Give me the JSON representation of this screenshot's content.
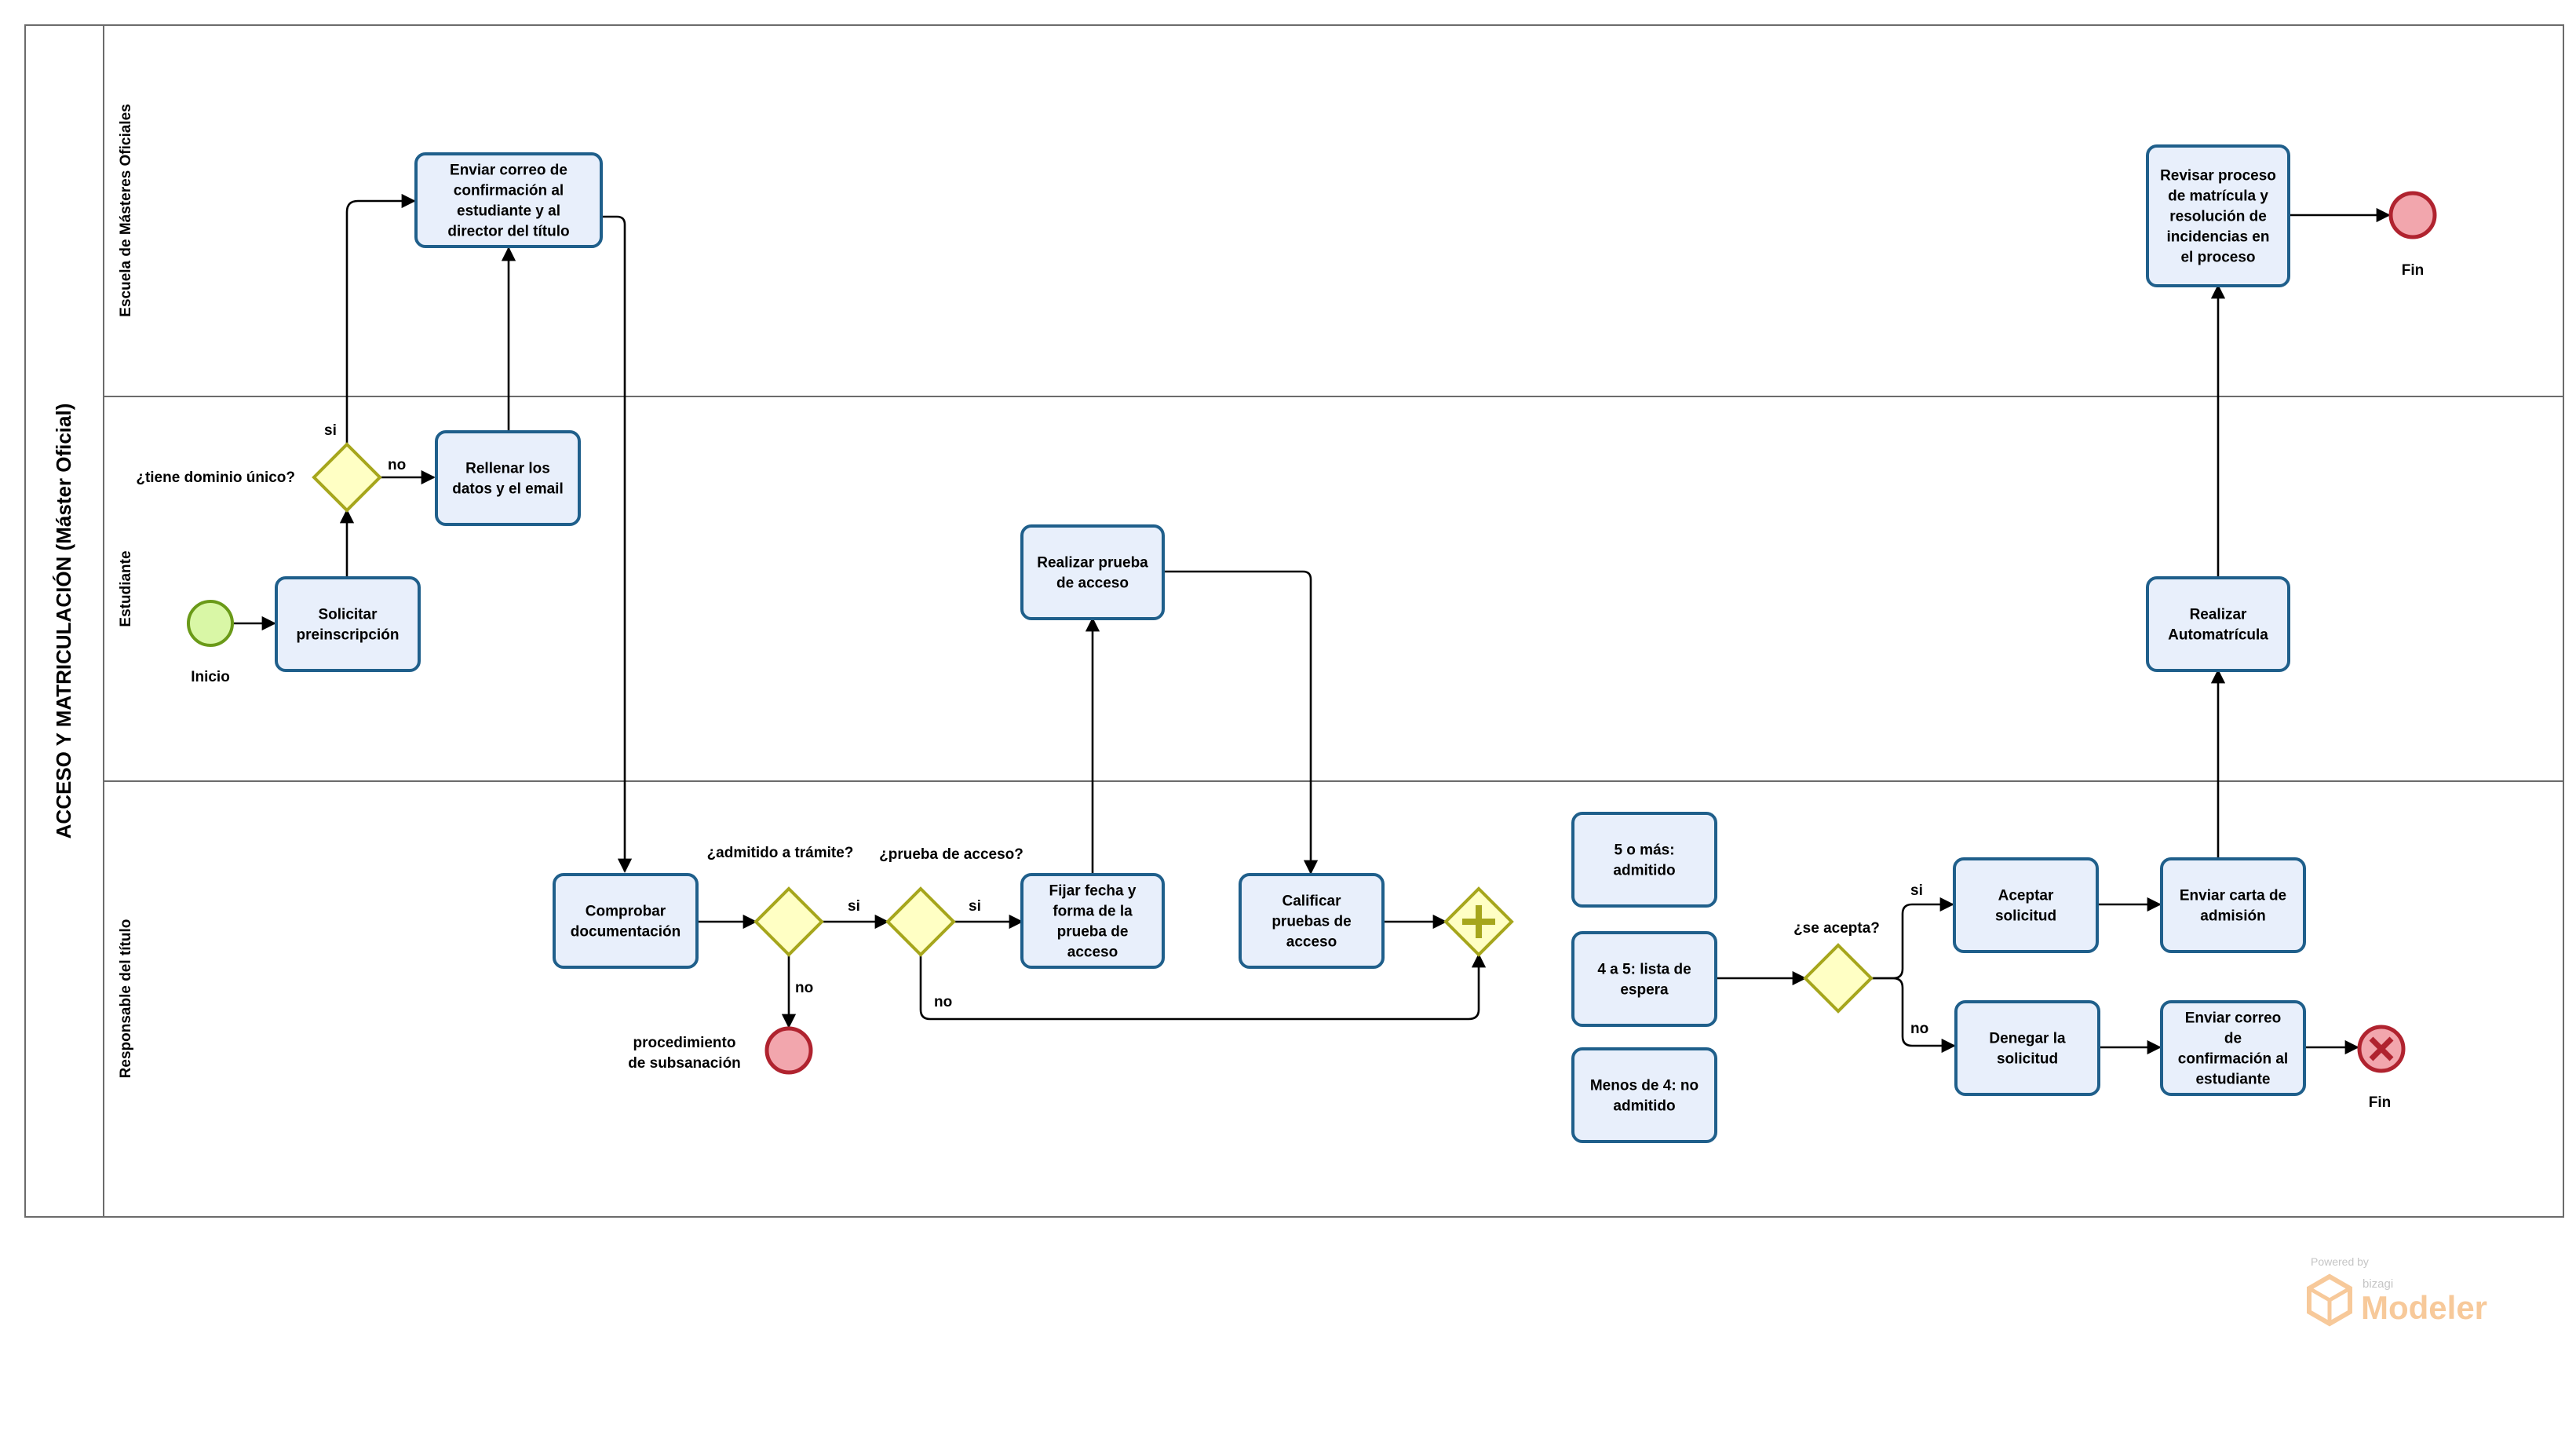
{
  "pool": {
    "title": "ACCESO Y MATRICULACIÓN (Máster Oficial)"
  },
  "lanes": [
    {
      "key": "escuela",
      "label": "Escuela de Másteres Oficiales"
    },
    {
      "key": "estudiante",
      "label": "Estudiante"
    },
    {
      "key": "responsable",
      "label": "Responsable del título"
    }
  ],
  "tasks": [
    {
      "key": "solicitar",
      "lines": [
        "Solicitar",
        "preinscripción"
      ]
    },
    {
      "key": "rellenar",
      "lines": [
        "Rellenar los",
        "datos y el email"
      ]
    },
    {
      "key": "enviar_correo_dir",
      "lines": [
        "Enviar correo de",
        "confirmación al",
        "estudiante y al",
        "director del título"
      ]
    },
    {
      "key": "comprobar",
      "lines": [
        "Comprobar",
        "documentación"
      ]
    },
    {
      "key": "fijar",
      "lines": [
        "Fijar fecha y",
        "forma de la",
        "prueba de",
        "acceso"
      ]
    },
    {
      "key": "realizar_prueba",
      "lines": [
        "Realizar prueba",
        "de acceso"
      ]
    },
    {
      "key": "calificar",
      "lines": [
        "Calificar",
        "pruebas de",
        "acceso"
      ]
    },
    {
      "key": "cinco",
      "lines": [
        "5 o más:",
        "admitido"
      ]
    },
    {
      "key": "cuatro",
      "lines": [
        "4 a 5: lista de",
        "espera"
      ]
    },
    {
      "key": "menos",
      "lines": [
        "Menos de 4: no",
        "admitido"
      ]
    },
    {
      "key": "aceptar",
      "lines": [
        "Aceptar",
        "solicitud"
      ]
    },
    {
      "key": "denegar",
      "lines": [
        "Denegar la",
        "solicitud"
      ]
    },
    {
      "key": "carta",
      "lines": [
        "Enviar carta de",
        "admisión"
      ]
    },
    {
      "key": "correo_est",
      "lines": [
        "Enviar correo",
        "de",
        "confirmación al",
        "estudiante"
      ]
    },
    {
      "key": "automatricula",
      "lines": [
        "Realizar",
        "Automatrícula"
      ]
    },
    {
      "key": "revisar",
      "lines": [
        "Revisar proceso",
        "de matrícula y",
        "resolución de",
        "incidencias en",
        "el proceso"
      ]
    }
  ],
  "gateways": {
    "dominio": {
      "question": "¿tiene dominio único?"
    },
    "admitido": {
      "question": "¿admitido a trámite?"
    },
    "prueba": {
      "question": "¿prueba de acceso?"
    },
    "acepta": {
      "question": "¿se acepta?"
    }
  },
  "events": {
    "inicio": "Inicio",
    "subsanacion": [
      "procedimiento",
      "de subsanación"
    ],
    "fin_top": "Fin",
    "fin_error": "Fin"
  },
  "flow_labels": {
    "si_dominio": "si",
    "no_dominio": "no",
    "si_admitido": "si",
    "no_admitido": "no",
    "si_prueba": "si",
    "no_prueba": "no",
    "si_acepta": "si",
    "no_acepta": "no"
  },
  "watermark": {
    "powered": "Powered by",
    "brand": "bizagi",
    "product": "Modeler"
  },
  "colors": {
    "task_fill": "#e8effb",
    "task_stroke": "#1f5f8b",
    "gateway_fill": "#ffffc4",
    "gateway_stroke": "#a6a61c",
    "start_fill": "#d9f7a6",
    "start_stroke": "#6a9a18",
    "end_fill": "#f2a6ad",
    "end_stroke": "#b0232f",
    "watermark": "#f6c089"
  }
}
